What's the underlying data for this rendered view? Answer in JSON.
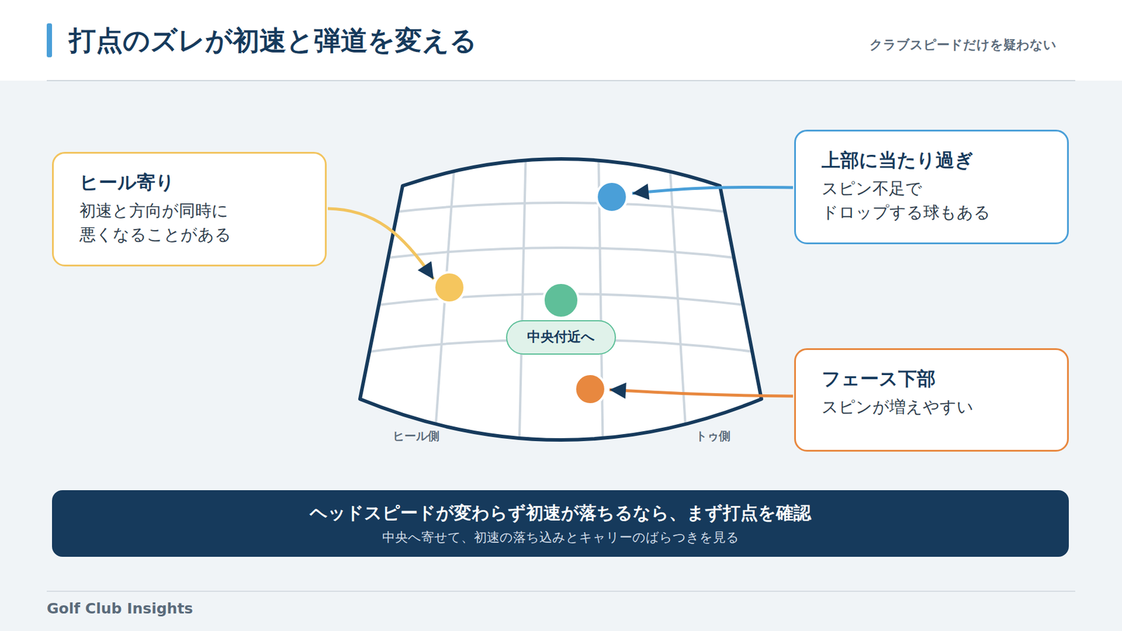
{
  "diagram": {
    "title": "打点のズレが初速と弾道を変える",
    "nodes": [
      {
        "text": [
          "ヒール寄り",
          "初速と方向が同時に 悪くなることがある"
        ]
      },
      {
        "text": [
          "上部に当たり過ぎ",
          "スピン不足で ドロップする球もある"
        ]
      },
      {
        "text": [
          "中央付近へ"
        ]
      },
      {
        "text": [
          "フェース下部",
          "スピンが増えやすい"
        ]
      },
      {
        "text": [
          "ヘッドスピードが変わらず初速が落ちるなら、まず打点を確認",
          "中央へ寄せて、初速の落ち込みとキャリーのばらつきを見る"
        ]
      }
    ],
    "labels": [
      "クラブスピードだけを疑わない",
      "ヒール側",
      "トゥ側",
      "Golf Club Insights"
    ]
  }
}
